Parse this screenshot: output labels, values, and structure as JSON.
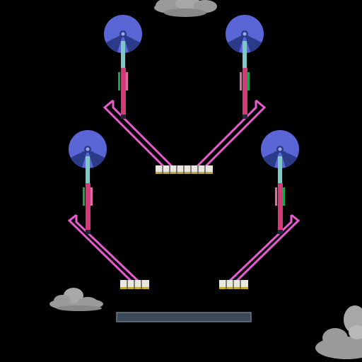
{
  "game": {
    "colors": {
      "background": "#000000",
      "disc": "#5a66d6",
      "disc_shadow": "#2c3a8a",
      "hub": "#9aa6e8",
      "shaft": "#7ec8c8",
      "arm": "#d43a78",
      "arm_band_green": "#13a84a",
      "arm_band_pink": "#e06aa6",
      "chute": "#e85ad0",
      "bucket": "#e8e8e0",
      "bucket_base": "#c8a830",
      "bucket_divider": "#555555",
      "platform": "#3a4a58",
      "platform_edge": "#6a7a88",
      "cloud": "#9a9a9a",
      "cloud_dark": "#7a7a7a"
    },
    "icons": {
      "rotor": "rotor-disc-icon",
      "cloud": "cloud-icon",
      "bucket": "bucket-row-icon"
    },
    "pumps_count": 4,
    "bucket_rows": [
      8,
      4,
      4
    ],
    "clouds_count": 3
  }
}
